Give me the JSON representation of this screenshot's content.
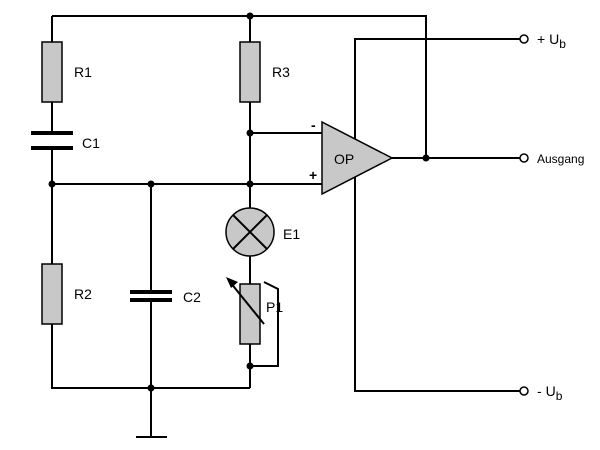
{
  "components": {
    "r1": "R1",
    "r2": "R2",
    "r3": "R3",
    "c1": "C1",
    "c2": "C2",
    "e1": "E1",
    "p1": "P1",
    "op": "OP"
  },
  "opamp_inputs": {
    "inverting": "-",
    "non_inverting": "+"
  },
  "terminals": {
    "supply_plus": {
      "sign": "+",
      "symbol": "U",
      "subscript": "b"
    },
    "output": "Ausgang",
    "supply_minus": {
      "sign": "-",
      "symbol": "U",
      "subscript": "b"
    }
  }
}
